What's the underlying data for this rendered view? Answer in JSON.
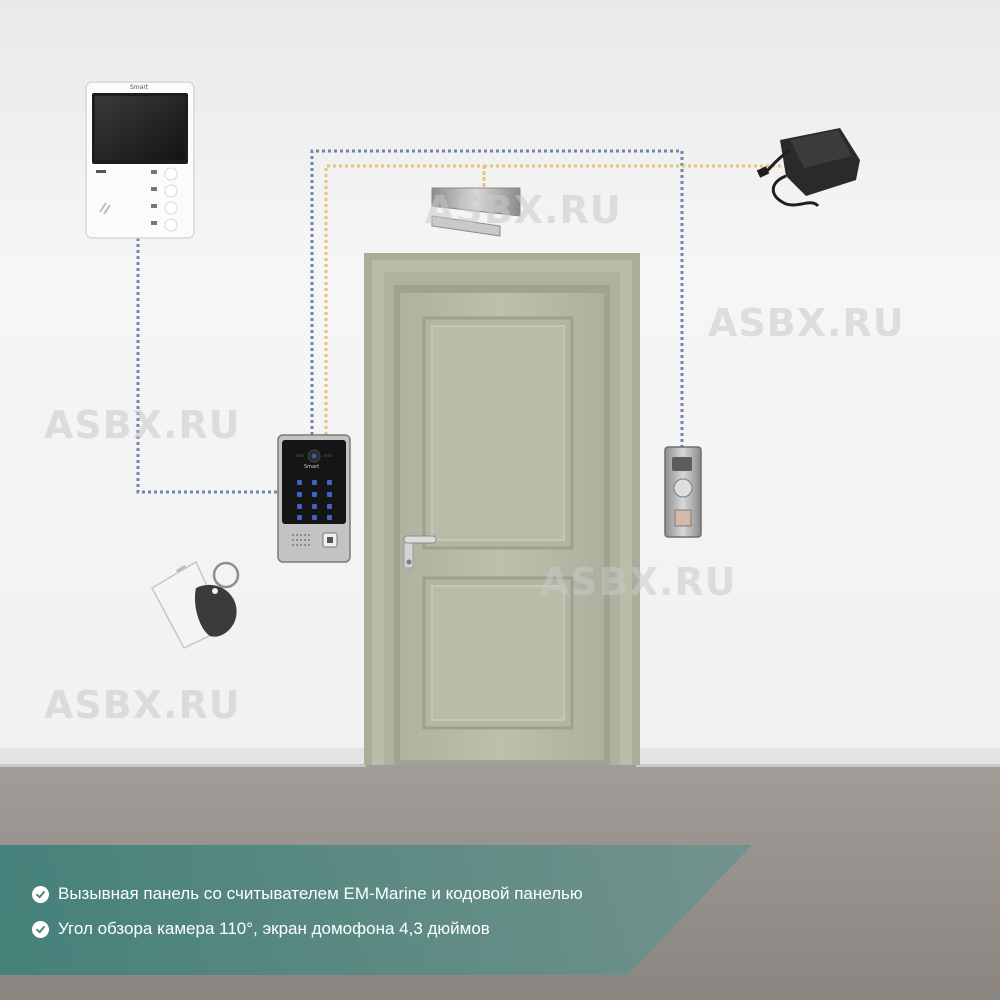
{
  "watermark": {
    "text": "ASBX.RU"
  },
  "intercom_monitor": {
    "brand": "Smart"
  },
  "call_panel": {
    "brand": "Smart"
  },
  "features": [
    {
      "text": "Вызывная панель со считывателем EM-Marine и кодовой панелью"
    },
    {
      "text": "Угол обзора камера 110°, экран домофона 4,3 дюймов"
    }
  ],
  "colors": {
    "wall": "#f2f2f2",
    "floor": "#8c8784",
    "door": "#b7bca9",
    "banner": "#5b8a83",
    "wire_blue": "#6f86b4",
    "wire_yellow": "#e8c27a"
  }
}
